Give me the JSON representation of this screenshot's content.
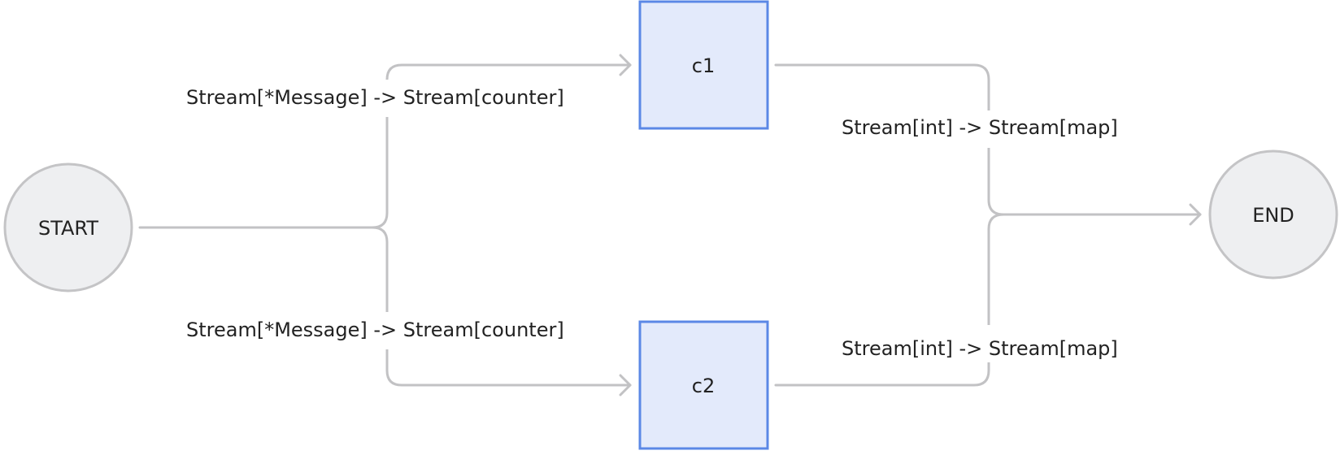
{
  "nodes": {
    "start": {
      "label": "START"
    },
    "c1": {
      "label": "c1"
    },
    "c2": {
      "label": "c2"
    },
    "end": {
      "label": "END"
    }
  },
  "edges": {
    "start_c1": {
      "label": "Stream[*Message] -> Stream[counter]"
    },
    "start_c2": {
      "label": "Stream[*Message] -> Stream[counter]"
    },
    "c1_end": {
      "label": "Stream[int] -> Stream[map]"
    },
    "c2_end": {
      "label": "Stream[int] -> Stream[map]"
    }
  },
  "colors": {
    "edge": "#c2c2c4",
    "terminal_fill": "#eeeff1",
    "terminal_stroke": "#c4c4c6",
    "node_fill": "#e3eafb",
    "node_stroke": "#5b88e6",
    "text": "#222222"
  }
}
